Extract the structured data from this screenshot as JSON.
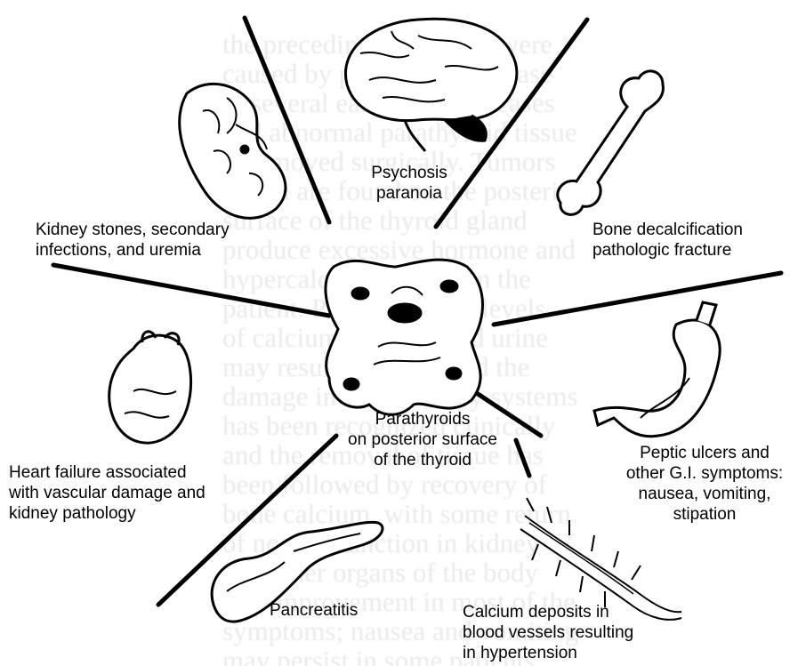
{
  "center_label": {
    "line1": "Parathyroids",
    "line2": "on posterior surface",
    "line3": "of the thyroid"
  },
  "labels": {
    "brain": {
      "line1": "Psychosis",
      "line2": "paranoia"
    },
    "kidney": {
      "line1": "Kidney stones, secondary",
      "line2": "infections, and uremia"
    },
    "bone": {
      "line1": "Bone decalcification",
      "line2": "pathologic fracture"
    },
    "stomach": {
      "line1": "Peptic ulcers and",
      "line2": "other G.I. symptoms:",
      "line3": "nausea, vomiting,",
      "line4": "stipation"
    },
    "heart": {
      "line1": "Heart failure associated",
      "line2": "with vascular damage and",
      "line3": "kidney pathology"
    },
    "pancreas": {
      "line1": "Pancreatitis"
    },
    "vessels": {
      "line1": "Calcium deposits in",
      "line2": "blood vessels resulting",
      "line3": "in hypertension"
    }
  },
  "colors": {
    "ink": "#000000",
    "background": "#ffffff"
  }
}
